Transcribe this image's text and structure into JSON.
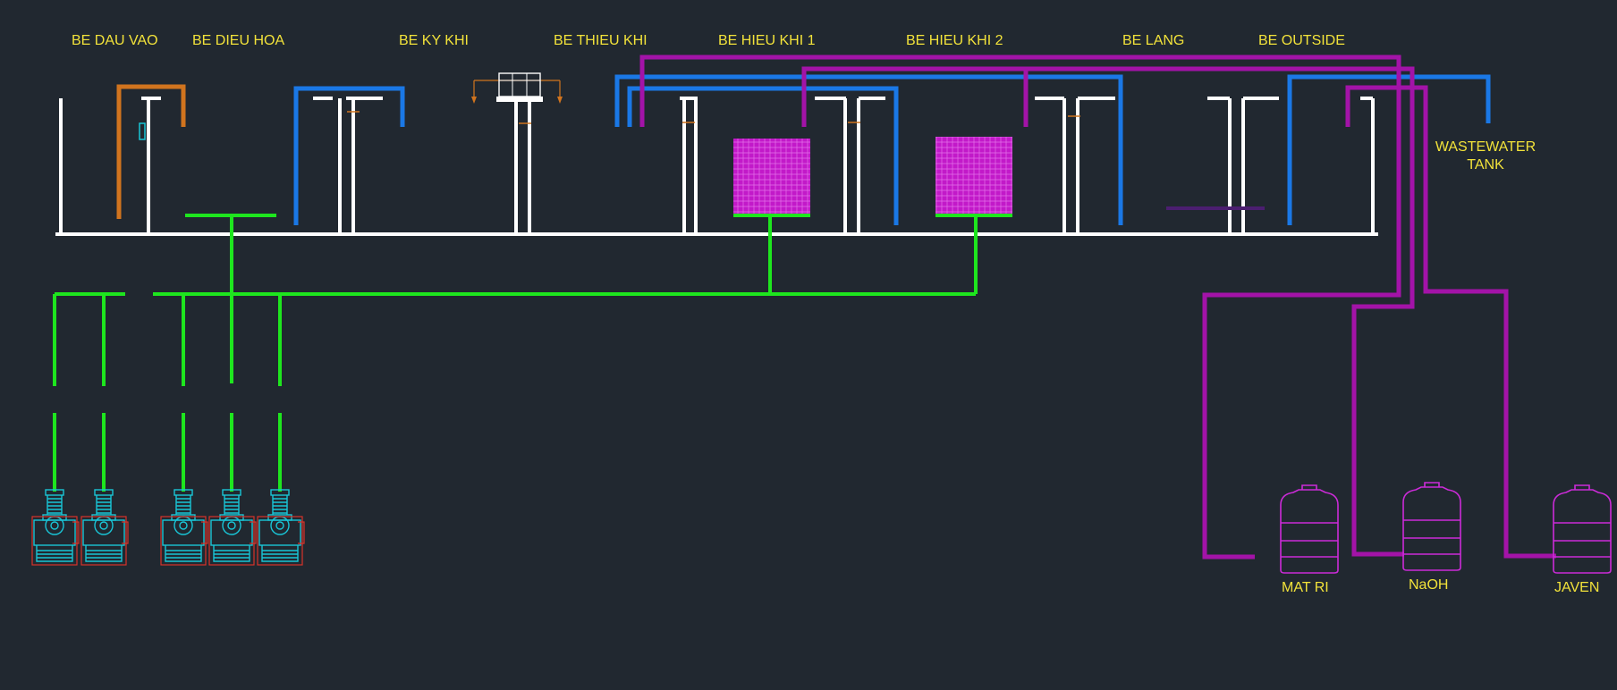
{
  "tank_labels": {
    "be_dau_vao": "BE DAU VAO",
    "be_dieu_hoa": "BE DIEU HOA",
    "be_ky_khi": "BE KY KHI",
    "be_thieu_khi": "BE THIEU KHI",
    "be_hieu_khi_1": "BE HIEU KHI 1",
    "be_hieu_khi_2": "BE HIEU KHI 2",
    "be_lang": "BE LANG",
    "be_outside": "BE OUTSIDE"
  },
  "wastewater": {
    "line1": "WASTEWATER",
    "line2": "TANK"
  },
  "chemicals": {
    "matri": "MAT RI",
    "naoh": "NaOH",
    "javen": "JAVEN"
  },
  "colors": {
    "background": "#212830",
    "labels": "#f2e23a",
    "tank_walls": "#ffffff",
    "air_line": "#1ee61e",
    "water_line": "#1a78e6",
    "chemical_line": "#a313a8",
    "inlet_pipe": "#d1741e",
    "media": "#c219c9"
  },
  "blowers": {
    "count": 5
  }
}
